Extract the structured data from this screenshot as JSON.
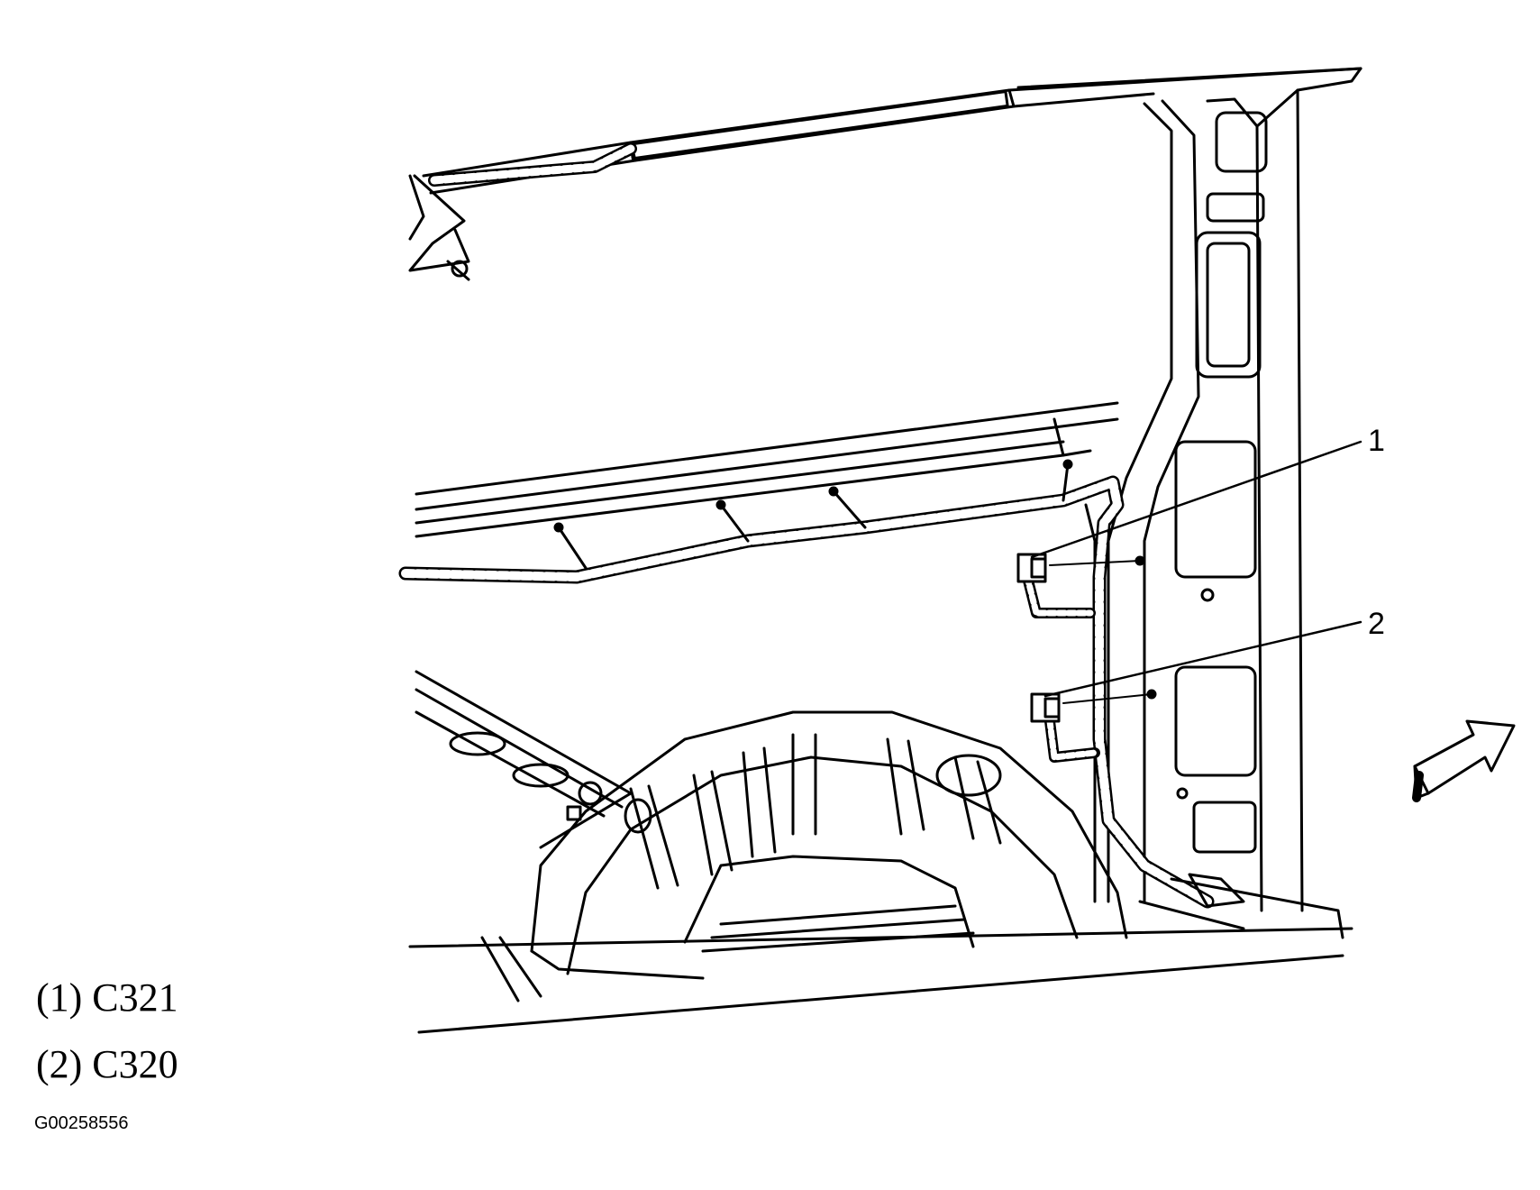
{
  "callouts": [
    {
      "number": "1"
    },
    {
      "number": "2"
    }
  ],
  "legend": [
    {
      "text": "(1) C321"
    },
    {
      "text": "(2) C320"
    }
  ],
  "figure_id": "G00258556",
  "colors": {
    "line": "#000000",
    "background": "#ffffff"
  },
  "icons": [
    "harness-connector-icon",
    "direction-arrow-icon"
  ]
}
